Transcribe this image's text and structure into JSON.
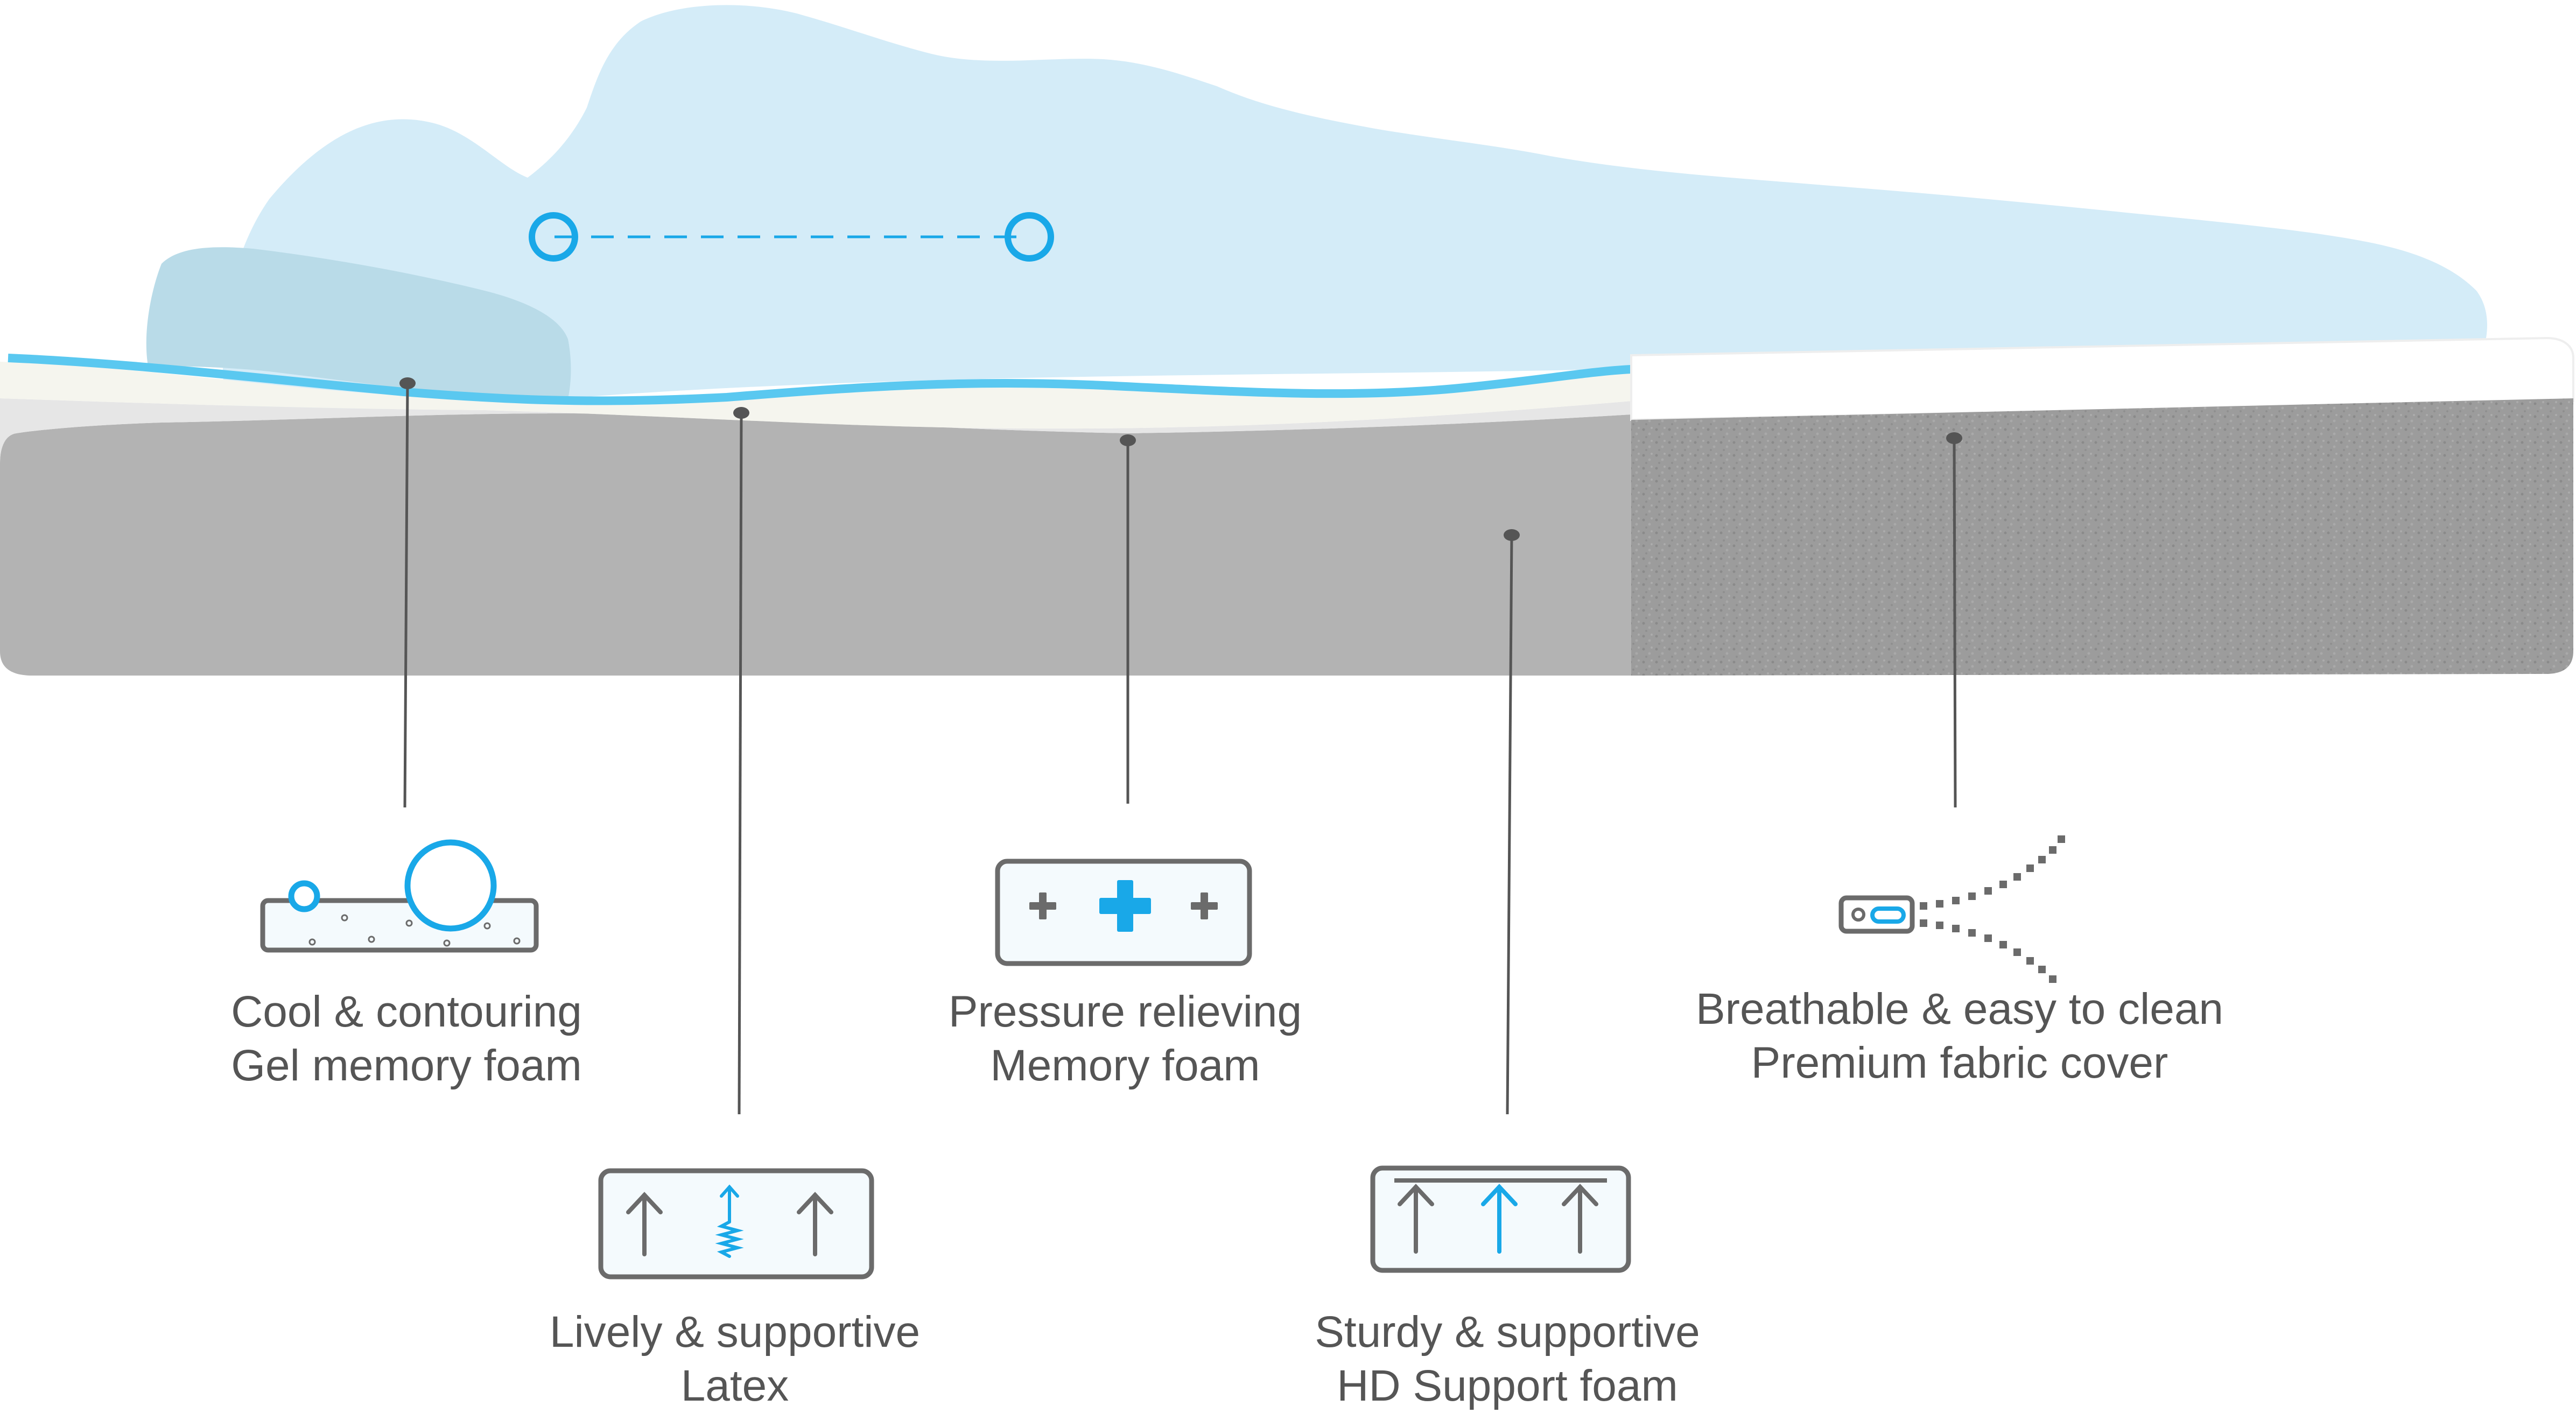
{
  "layers": [
    {
      "id": "gel",
      "line1": "Cool & contouring",
      "line2": "Gel memory foam",
      "icon": "gel-foam-bubbles-icon"
    },
    {
      "id": "latex",
      "line1": "Lively & supportive",
      "line2": "Latex",
      "icon": "latex-spring-arrows-icon"
    },
    {
      "id": "memory",
      "line1": "Pressure relieving",
      "line2": "Memory foam",
      "icon": "pressure-plus-icon"
    },
    {
      "id": "hd",
      "line1": "Sturdy & supportive",
      "line2": "HD Support foam",
      "icon": "support-arrows-icon"
    },
    {
      "id": "cover",
      "line1": "Breathable & easy to clean",
      "line2": "Premium fabric cover",
      "icon": "zipper-icon"
    }
  ],
  "colors": {
    "sleeper": "#d4ecf8",
    "pillow": "#b9dbe8",
    "gel_line": "#5ac8f0",
    "accent": "#19a8e8",
    "foam_base": "#b3b3b3",
    "fabric": "#9a9a9a",
    "leader": "#555555",
    "icon_outline": "#6b6b6b"
  }
}
